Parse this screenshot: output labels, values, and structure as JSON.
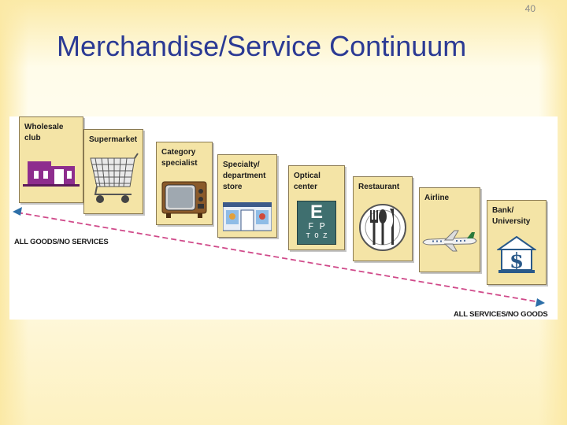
{
  "slide": {
    "page_number": "40",
    "title": "Merchandise/Service Continuum"
  },
  "diagram": {
    "left_end_label": "ALL GOODS/NO SERVICES",
    "right_end_label": "ALL SERVICES/NO GOODS",
    "colors": {
      "card": "#f4e4a6",
      "arrow": "#d04a8a",
      "title": "#2b3a94"
    },
    "retailers": [
      {
        "label": "Wholesale\nclub",
        "icon": "warehouse-icon"
      },
      {
        "label": "Supermarket",
        "icon": "shopping-cart-icon"
      },
      {
        "label": "Category\nspecialist",
        "icon": "television-icon"
      },
      {
        "label": "Specialty/\ndepartment\nstore",
        "icon": "storefront-icon"
      },
      {
        "label": "Optical\ncenter",
        "icon": "eye-chart-icon"
      },
      {
        "label": "Restaurant",
        "icon": "plate-utensils-icon"
      },
      {
        "label": "Airline",
        "icon": "airplane-icon"
      },
      {
        "label": "Bank/\nUniversity",
        "icon": "bank-dollar-icon"
      }
    ],
    "eye_chart": {
      "line1": "E",
      "line2": "F P",
      "line3": "T O Z"
    }
  }
}
